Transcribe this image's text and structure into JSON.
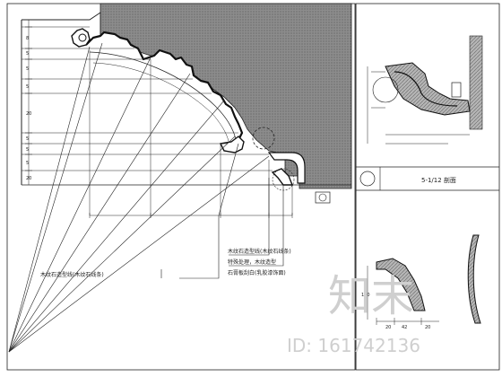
{
  "drawing": {
    "title_block_label": "5-1/12 剖面",
    "callouts": [
      "木纹石造型线(木纹石线条)",
      "特殊处理，木纹造型",
      "木纹石造型线(木纹石线条)",
      "石膏板刮白(乳胶漆饰面)"
    ],
    "dimension_labels": [
      "8",
      "5",
      "5",
      "5",
      "20",
      "5",
      "5",
      "5",
      "20",
      "100",
      "20",
      "42",
      "20"
    ]
  },
  "watermark": {
    "site_mark": "知末",
    "id_text": "ID: 161742136"
  },
  "colors": {
    "line": "#222222",
    "hatch_fill": "#9a9a9a",
    "watermark": "#cfcfcf"
  }
}
